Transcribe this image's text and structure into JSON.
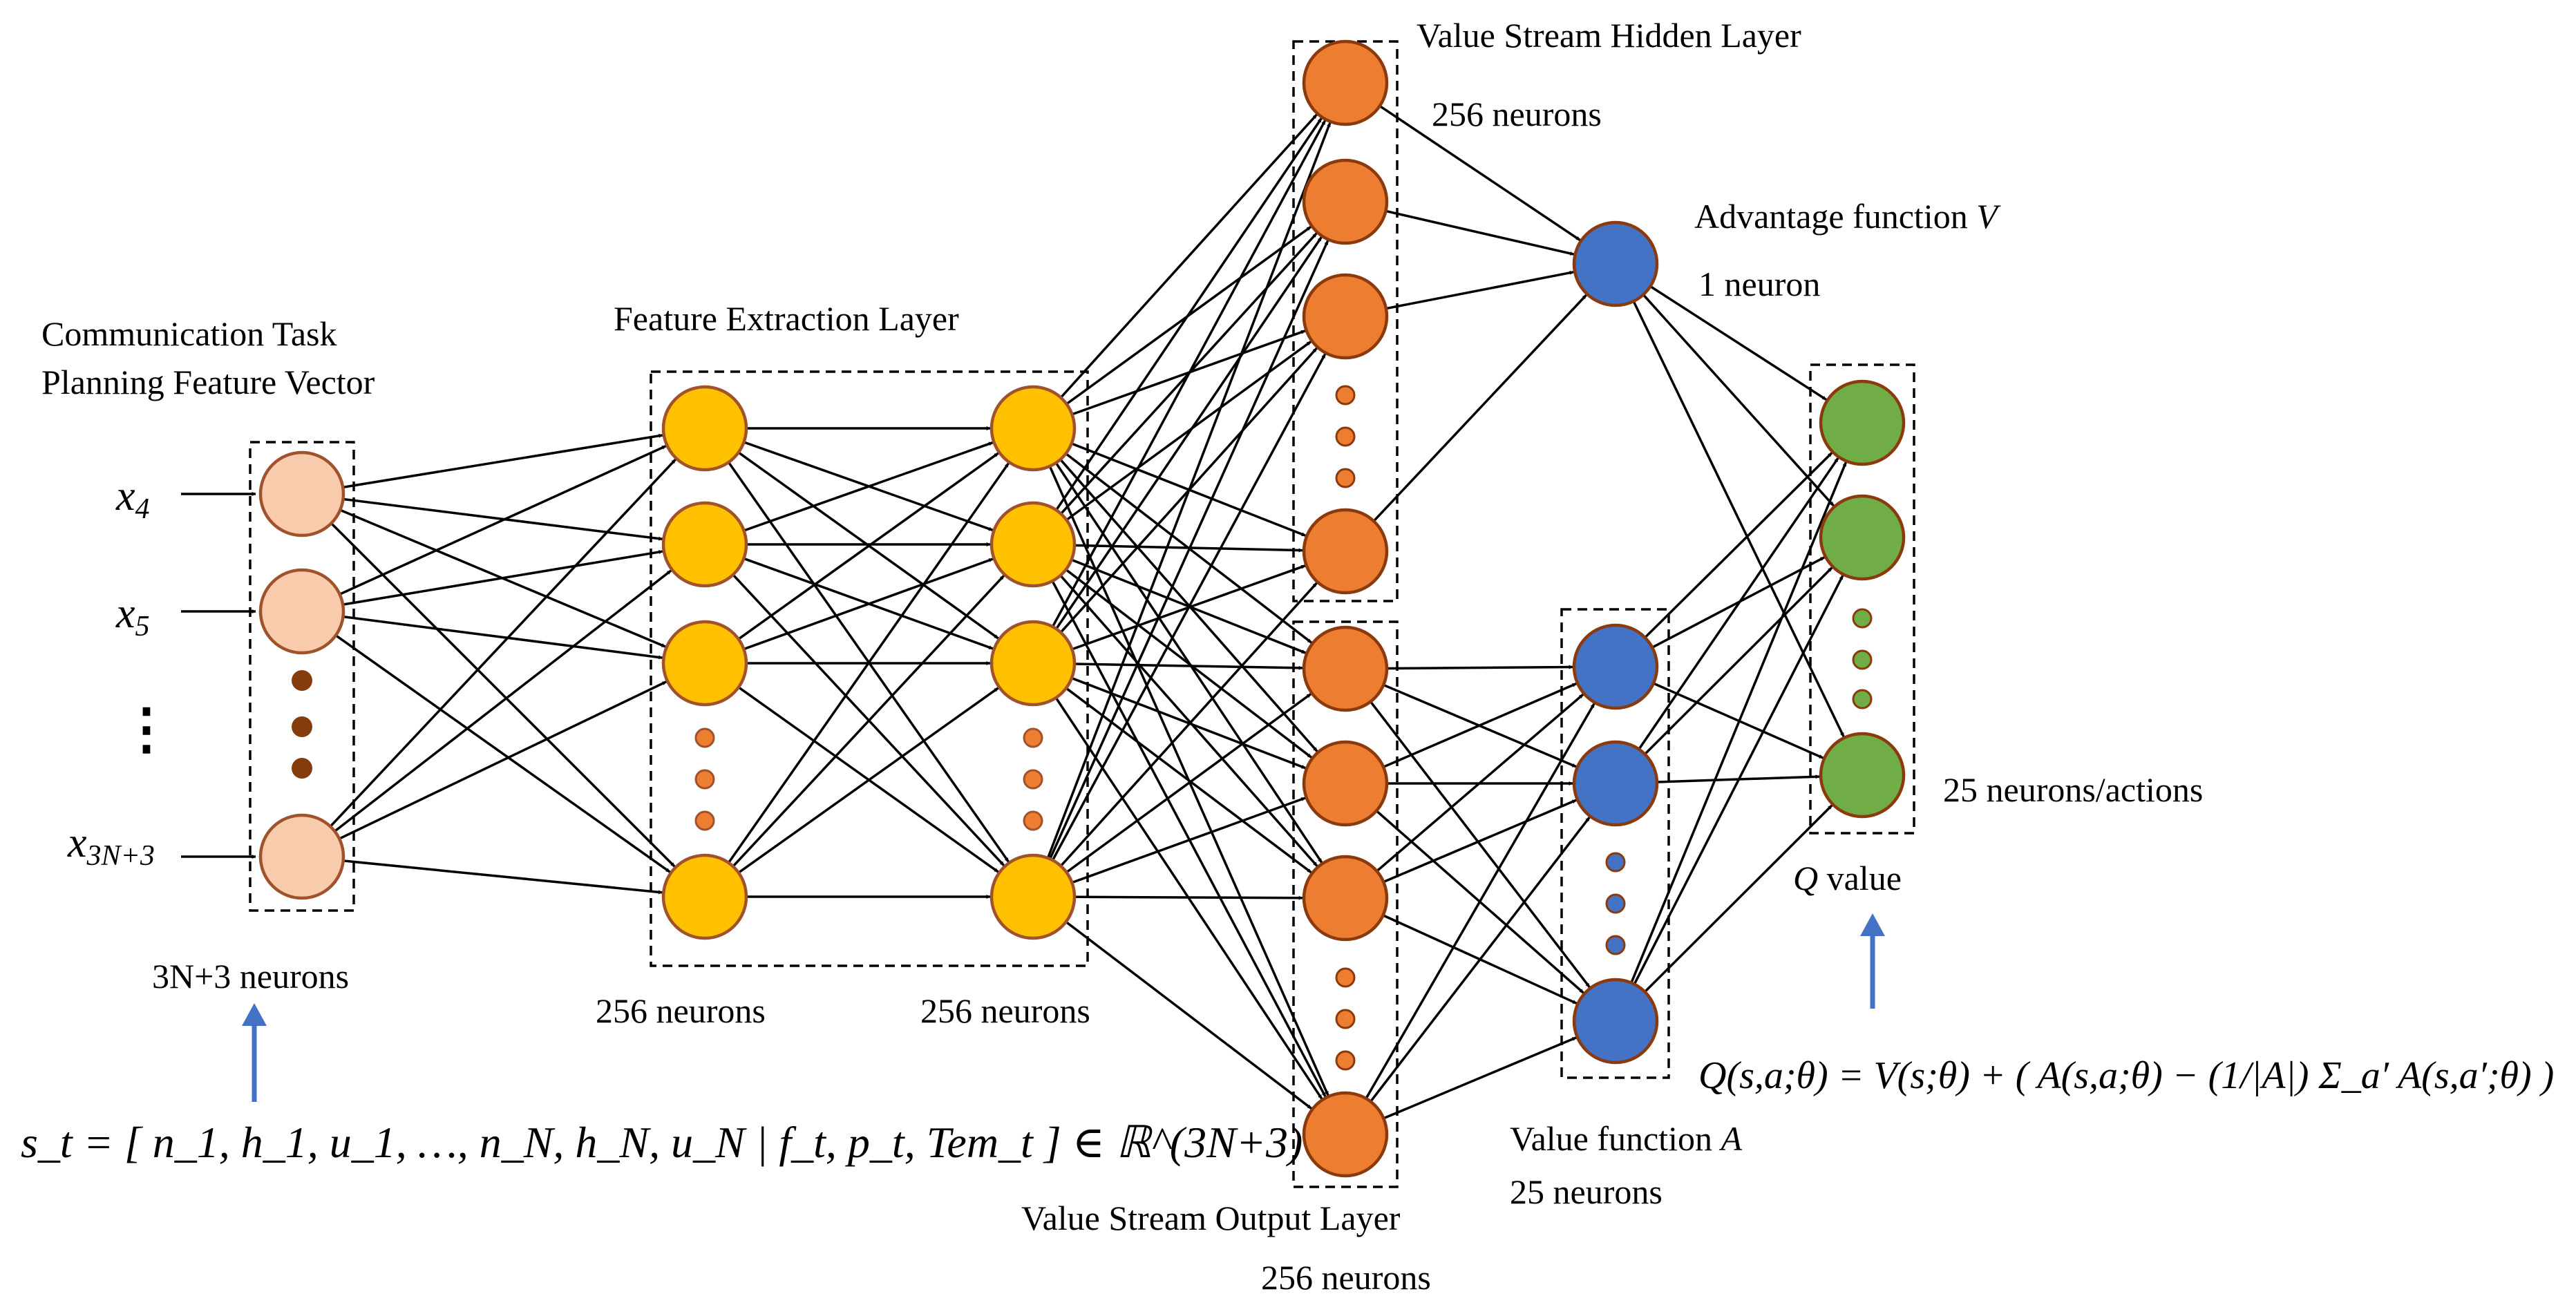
{
  "labels": {
    "input_title_line1": "Communication Task",
    "input_title_line2": "Planning Feature Vector",
    "input_count": "3N+3 neurons",
    "feature_title": "Feature Extraction Layer",
    "feature1_count": "256 neurons",
    "feature2_count": "256 neurons",
    "hidden_title": "Value Stream Hidden Layer",
    "hidden_count": "256 neurons",
    "output_title": "Value Stream Output Layer",
    "output_count": "256 neurons",
    "advantage_title_text": "Advantage function ",
    "advantage_title_var": "V",
    "advantage_count": "1 neuron",
    "value_title_text": "Value function ",
    "value_title_var": "A",
    "value_count": "25 neurons",
    "q_title_var": "Q",
    "q_title_text": " value",
    "q_count": "25 neurons/actions"
  },
  "inputs": {
    "x4": {
      "base": "x",
      "sub": "4"
    },
    "x5": {
      "base": "x",
      "sub": "5"
    },
    "vdots": "⋮",
    "xlast": {
      "base": "x",
      "sub": "3N+3"
    }
  },
  "formulas": {
    "state": "s_t = [ n_1, h_1, u_1, …, n_N, h_N, u_N | f_t, p_t, Tem_t ] ∈ ℝ^(3N+3)",
    "q_value": "Q(s,a;θ) = V(s;θ) + ( A(s,a;θ) − (1/|A|) Σ_a′ A(s,a′;θ) )"
  },
  "colors": {
    "input_fill": "#F8CBAD",
    "input_stroke": "#A0522D",
    "input_dot": "#843C0C",
    "feature_fill": "#FFC000",
    "feature_stroke": "#A0522D",
    "feature_dot": "#ED7D31",
    "stream_fill": "#ED7D31",
    "stream_stroke": "#8B3A0E",
    "blue_fill": "#4472C4",
    "blue_stroke": "#8B3A0E",
    "green_fill": "#70AD47",
    "green_stroke": "#8B3A0E",
    "arrow": "#4472C4"
  }
}
